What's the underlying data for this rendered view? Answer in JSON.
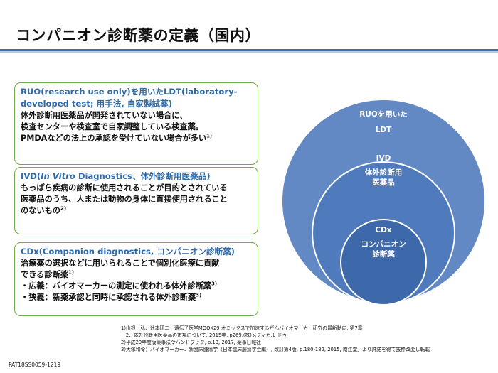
{
  "title": "コンパニオン診断薬の定義（国内）",
  "boxes": {
    "ruo": {
      "heading_1": "RUO(research use only)を用いたLDT(laboratory-",
      "heading_2": "developed test; 用手法, 自家製試薬)",
      "body_1": "体外診断用医薬品が開発されていない場合に、",
      "body_2": "検査センターや検査室で自家調整している検査薬。",
      "body_3": "PMDAなどの法上の承認を受けていない場合が多い",
      "ref": "1)"
    },
    "ivd": {
      "heading_pre": "IVD(",
      "heading_italic": "In Vitro",
      "heading_post": " Diagnostics、体外診断用医薬品)",
      "body_1": "もっぱら疾病の診断に使用されることが目的とされている",
      "body_2": "医薬品のうち、人または動物の身体に直接使用されること",
      "body_3": "のないもの",
      "ref": "2)"
    },
    "cdx": {
      "heading": "CDx(Companion diagnostics, コンパニオン診断薬)",
      "body_1": "治療薬の選択などに用いられることで個別化医療に貢献",
      "body_2": "できる診断薬",
      "body_2_ref": "1)",
      "bullet_1": "・広義：バイオマーカーの測定に使われる体外診断薬",
      "bullet_1_ref": "3)",
      "bullet_2": "・狭義：新薬承認と同時に承認される体外診断薬",
      "bullet_2_ref": "3)"
    }
  },
  "diagram": {
    "outer": {
      "line_1": "RUOを用いた",
      "line_2": "LDT"
    },
    "middle": {
      "line_1": "IVD",
      "line_2": "体外診断用",
      "line_3": "医薬品"
    },
    "inner": {
      "line_1": "CDx",
      "line_2": "コンパニオン",
      "line_3": "診断薬"
    },
    "colors": {
      "outer": "#6289c3",
      "middle": "#4f7bbd",
      "inner": "#3d69aa",
      "stroke": "#ffffff"
    }
  },
  "references": [
    "1)山根　弘、辻本研二　遺伝子医学MOOK29 オミックスで加速するがんバイオマーカー研究の最新動向, 第7章",
    "　2．体外診断用医薬品の市場について, 2015年, p269,(株)メディカル ドゥ",
    "2)平成29年度版薬事法令ハンドブック, p.13, 2017, 薬事日報社",
    "3)大塚和令：バイオマーカー．新臨床腫瘍学（日本臨床腫瘍学会編）, 改訂第4版, p.180-182, 2015, 南江堂」より許諾を得て抜粋改変し転載"
  ],
  "doc_code": "PAT18SS0059-1219"
}
